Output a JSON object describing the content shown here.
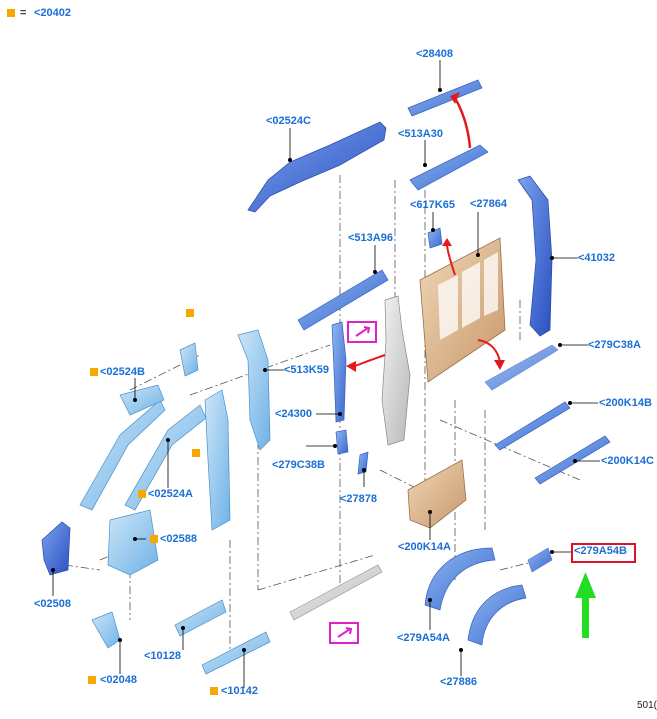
{
  "legend": {
    "equals": "=",
    "code": "<20402"
  },
  "parts": [
    {
      "id": "p28408",
      "label": "<28408"
    },
    {
      "id": "p02524C",
      "label": "<02524C"
    },
    {
      "id": "p513A30",
      "label": "<513A30"
    },
    {
      "id": "p617K65",
      "label": "<617K65"
    },
    {
      "id": "p27864",
      "label": "<27864"
    },
    {
      "id": "p513A96",
      "label": "<513A96"
    },
    {
      "id": "p41032",
      "label": "<41032"
    },
    {
      "id": "p279C38A",
      "label": "<279C38A"
    },
    {
      "id": "p02524B",
      "label": "<02524B"
    },
    {
      "id": "p513K59",
      "label": "<513K59"
    },
    {
      "id": "p200K14B",
      "label": "<200K14B"
    },
    {
      "id": "p24300",
      "label": "<24300"
    },
    {
      "id": "p200K14C",
      "label": "<200K14C"
    },
    {
      "id": "p279C38B",
      "label": "<279C38B"
    },
    {
      "id": "p02524A",
      "label": "<02524A"
    },
    {
      "id": "p27878",
      "label": "<27878"
    },
    {
      "id": "p02588",
      "label": "<02588"
    },
    {
      "id": "p200K14A",
      "label": "<200K14A"
    },
    {
      "id": "p279A54B",
      "label": "<279A54B"
    },
    {
      "id": "p02508",
      "label": "<02508"
    },
    {
      "id": "p10128",
      "label": "<10128"
    },
    {
      "id": "p279A54A",
      "label": "<279A54A"
    },
    {
      "id": "p02048",
      "label": "<02048"
    },
    {
      "id": "p10142",
      "label": "<10142"
    },
    {
      "id": "p27886",
      "label": "<27886"
    }
  ],
  "footer": {
    "code": "501("
  }
}
